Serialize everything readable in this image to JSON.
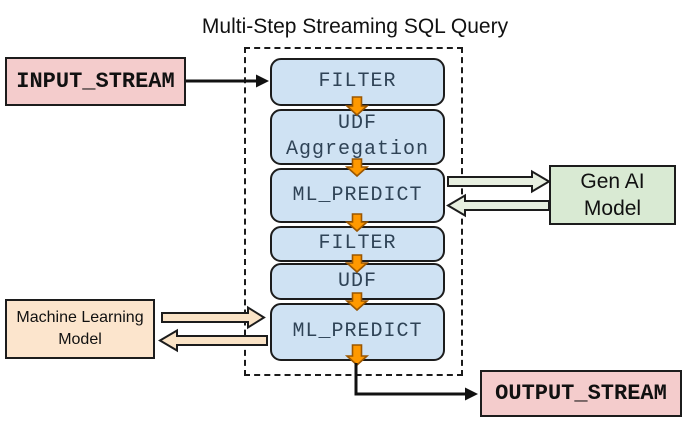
{
  "title": "Multi-Step Streaming SQL Query",
  "input_stream": {
    "label": "INPUT_STREAM"
  },
  "output_stream": {
    "label": "OUTPUT_STREAM"
  },
  "pipeline": {
    "steps": [
      {
        "label": "FILTER"
      },
      {
        "label": "UDF\nAggregation"
      },
      {
        "label": "ML_PREDICT"
      },
      {
        "label": "FILTER"
      },
      {
        "label": "UDF"
      },
      {
        "label": "ML_PREDICT"
      }
    ]
  },
  "gen_ai_model": {
    "label": "Gen AI\nModel"
  },
  "machine_learning_model": {
    "label": "Machine Learning\nModel"
  },
  "edges": [
    {
      "from": "INPUT_STREAM",
      "to": "FILTER",
      "style": "solid-black-arrow"
    },
    {
      "from": "FILTER",
      "to": "UDF Aggregation",
      "style": "orange-down-arrow"
    },
    {
      "from": "UDF Aggregation",
      "to": "ML_PREDICT",
      "style": "orange-down-arrow"
    },
    {
      "from": "ML_PREDICT",
      "to": "Gen AI Model",
      "style": "hollow-arrow-pair"
    },
    {
      "from": "ML_PREDICT",
      "to": "FILTER",
      "style": "orange-down-arrow"
    },
    {
      "from": "FILTER",
      "to": "UDF",
      "style": "orange-down-arrow"
    },
    {
      "from": "UDF",
      "to": "ML_PREDICT",
      "style": "orange-down-arrow"
    },
    {
      "from": "ML_PREDICT",
      "to": "Machine Learning Model",
      "style": "hollow-arrow-pair"
    },
    {
      "from": "ML_PREDICT",
      "to": "OUTPUT_STREAM",
      "style": "solid-black-elbow-arrow"
    }
  ],
  "colors": {
    "step_fill": "#cfe2f3",
    "stream_fill": "#f4cccc",
    "gen_ai_fill": "#d9ead3",
    "ml_model_fill": "#fce5cd",
    "flow_arrow_fill": "#ff9900",
    "flow_arrow_stroke": "#9c5700",
    "hollow_green_fill": "#e7efe0",
    "hollow_tan_fill": "#fae3c6",
    "line_color": "#111111"
  }
}
